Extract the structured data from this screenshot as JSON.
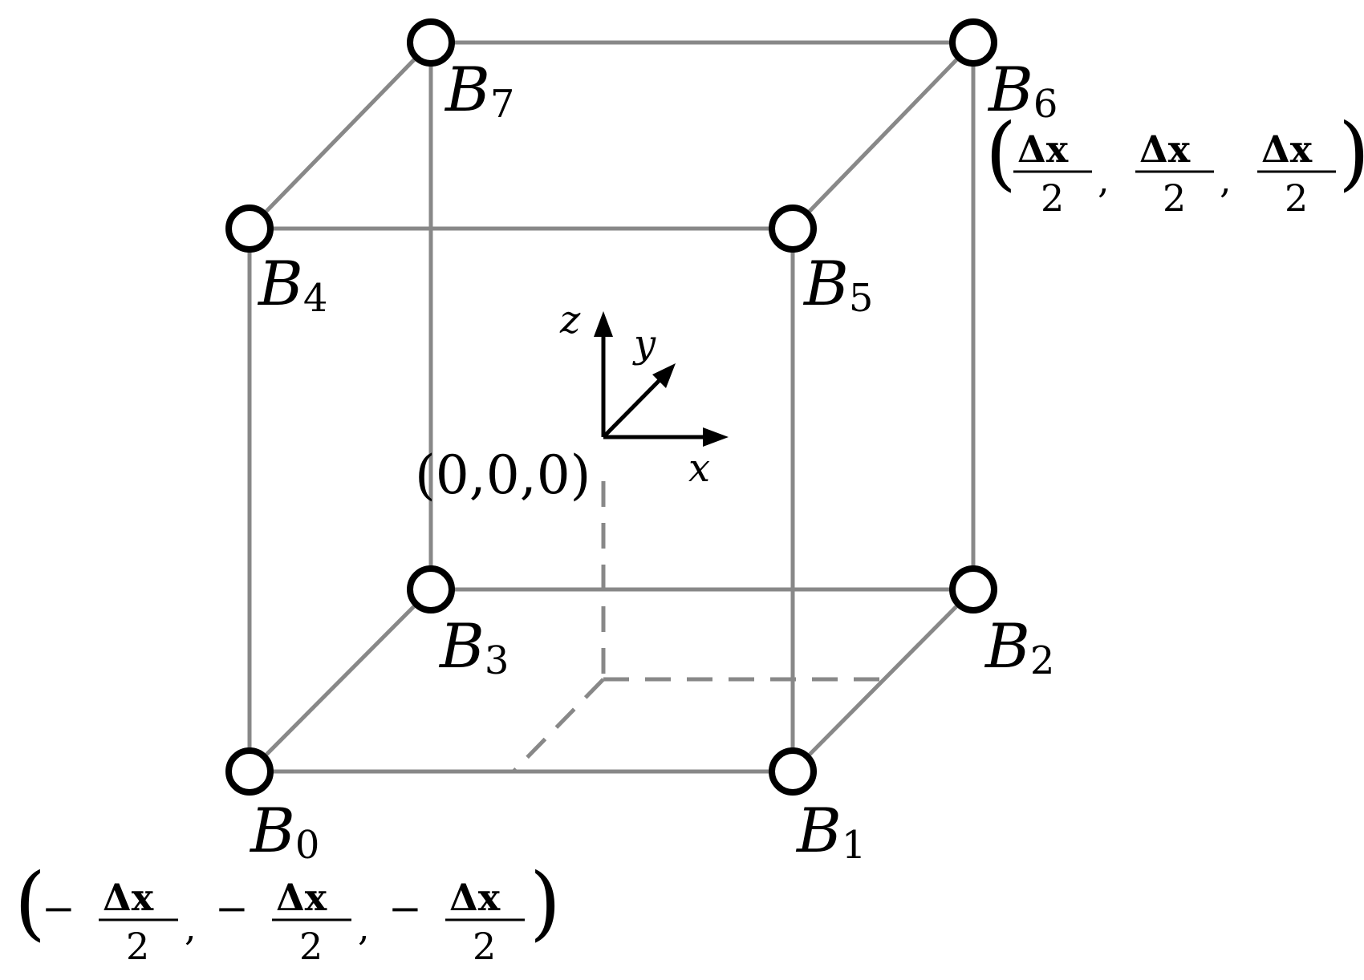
{
  "diagram": {
    "vertices": [
      {
        "id": "B0",
        "script": "B",
        "sub": "0"
      },
      {
        "id": "B1",
        "script": "B",
        "sub": "1"
      },
      {
        "id": "B2",
        "script": "B",
        "sub": "2"
      },
      {
        "id": "B3",
        "script": "B",
        "sub": "3"
      },
      {
        "id": "B4",
        "script": "B",
        "sub": "4"
      },
      {
        "id": "B5",
        "script": "B",
        "sub": "5"
      },
      {
        "id": "B6",
        "script": "B",
        "sub": "6"
      },
      {
        "id": "B7",
        "script": "B",
        "sub": "7"
      }
    ],
    "axes": {
      "x": "x",
      "y": "y",
      "z": "z"
    },
    "origin_label": "(0,0,0)",
    "corner_coord_positive": {
      "open": "(",
      "num": "Δx",
      "den": "2",
      "sign": "",
      "sep": ",",
      "close": ")"
    },
    "corner_coord_negative": {
      "open": "(",
      "num": "Δx",
      "den": "2",
      "sign": "−",
      "sep": ",",
      "close": ")"
    },
    "colors": {
      "edge": "#888888",
      "vertex_stroke": "#000000",
      "axis": "#000000"
    }
  }
}
